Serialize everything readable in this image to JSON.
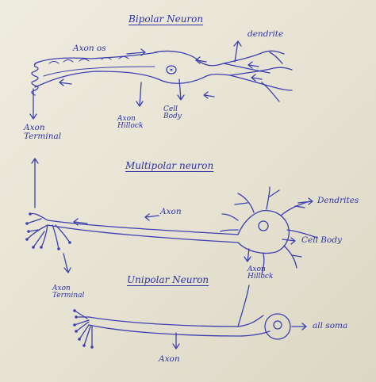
{
  "headings": {
    "bipolar": "Bipolar Neuron",
    "multipolar": "Multipolar neuron",
    "unipolar": "Unipolar Neuron"
  },
  "bipolar_labels": {
    "axon": "Axon os",
    "dendrite": "dendrite",
    "axon_terminal": "Axon\nTerminal",
    "axon_hillock": "Axon\nHillock",
    "cell_body": "Cell\nBody"
  },
  "multipolar_labels": {
    "axon": "Axon",
    "dendrites": "Dendrites",
    "cell_body": "Cell Body",
    "axon_hillock": "Axon\nHillock",
    "axon_terminal": "Axon\nTerminal"
  },
  "unipolar_labels": {
    "all_soma": "all soma",
    "axon": "Axon"
  },
  "ink_color": "#3d3fb0",
  "paper_color": "#ece9dc"
}
